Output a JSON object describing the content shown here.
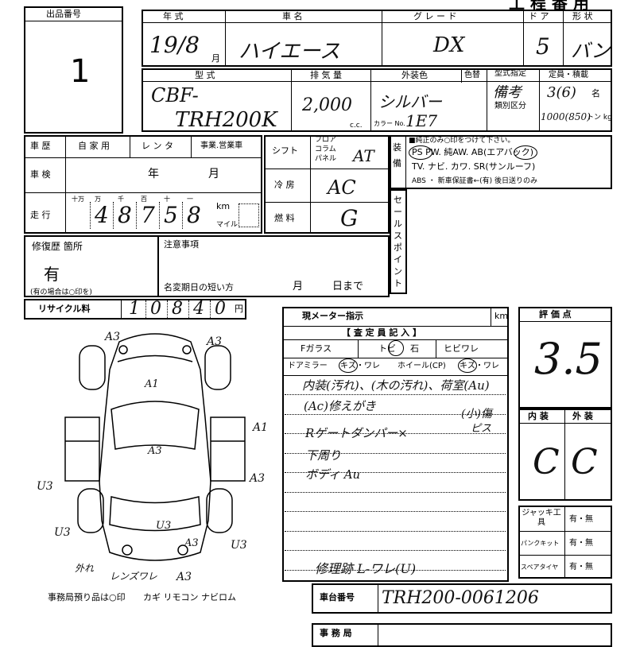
{
  "header": {
    "title": "工 程 番 用"
  },
  "lot": {
    "label": "出品番号",
    "value": "1"
  },
  "top_labels": {
    "year": "年 式",
    "name": "車 名",
    "grade": "グ レ ー ド",
    "doors": "ド ア",
    "shape": "形 状"
  },
  "top_values": {
    "year": "19/8",
    "year_unit": "月",
    "name": "ハイエース",
    "grade": "DX",
    "doors": "5",
    "shape": "バン"
  },
  "model": {
    "label": "型 式",
    "line1": "CBF-",
    "line2": "TRH200K"
  },
  "displacement": {
    "label": "排 気 量",
    "value": "2,000",
    "unit": "c.c."
  },
  "color": {
    "label": "外装色",
    "label2": "色替",
    "value": "シルバー",
    "code_label": "カラー No.",
    "code": "1E7"
  },
  "designation": {
    "label1": "型式指定",
    "label2": "類別区分",
    "value": "備考"
  },
  "capacity": {
    "label": "定員・積載",
    "value": "3(6)",
    "unit": "名",
    "load": "1000(850)",
    "load_unit": "トン kg"
  },
  "history": {
    "label": "車 歴",
    "opt1": "自 家 用",
    "opt2": "レ ン タ",
    "opt3": "事業.営業車"
  },
  "shaken": {
    "label": "車 検",
    "year": "年",
    "month": "月"
  },
  "mileage": {
    "label": "走 行",
    "units": [
      "十万",
      "万",
      "千",
      "百",
      "十",
      "一"
    ],
    "digits": [
      "4",
      "8",
      "7",
      "5",
      "8"
    ],
    "km": "km",
    "mile": "マイル"
  },
  "shift": {
    "label": "シフト",
    "o1": "フロア",
    "o2": "コラム",
    "o3": "パネル",
    "value": "AT"
  },
  "ac": {
    "label": "冷 房",
    "value": "AC"
  },
  "fuel": {
    "label": "燃 料",
    "value": "G"
  },
  "equip": {
    "label": "装 備",
    "note": "■純正のみ○印をつけて下さい。",
    "line1": "PS PW. 純AW. AB(エアバック)",
    "line2": "TV. ナビ. カワ. SR(サンルーフ)",
    "line3": "ABS ・ 新車保証書←(有) 後日送りのみ"
  },
  "selling": {
    "label": "セールスポイント"
  },
  "repair": {
    "label": "修復歴 箇所",
    "value": "有",
    "note": "(有の場合は○印を)"
  },
  "notes": {
    "label": "注意事項",
    "name_change": "名変期日の短い方",
    "month": "月",
    "day": "日まで"
  },
  "recycle": {
    "label": "リサイクル料",
    "digits": [
      "1",
      "0",
      "8",
      "4",
      "0"
    ],
    "unit": "円"
  },
  "meter": {
    "label": "現メーター指示",
    "unit": "km"
  },
  "inspector": {
    "title": "【 査 定 員 記 入 】",
    "row1": [
      "Fガラス",
      "トビ",
      "石",
      "ヒビワレ"
    ],
    "row2": [
      "ドアミラー",
      "キズ・ワレ",
      "ホイール(CP)",
      "キズ・ワレ"
    ],
    "lines": [
      "内装(汚れ)、(木の汚れ)、荷室(Au)",
      "(Ac)修えがき",
      "Rゲートダンパー×",
      "下周り",
      "ボディ Au"
    ],
    "side": [
      "(小)傷",
      "ピス"
    ],
    "bottom": "修理跡 L-ワレ(U)"
  },
  "score": {
    "label": "評 価 点",
    "value": "3.5",
    "interior_label": "内 装",
    "exterior_label": "外 装",
    "interior": "C",
    "exterior": "C"
  },
  "tools": [
    {
      "label": "ジャッキ工具",
      "value": "有・無"
    },
    {
      "label": "パンクキット",
      "value": "有・無"
    },
    {
      "label": "スペアタイヤ",
      "value": "有・無"
    }
  ],
  "diagram": {
    "marks": [
      "A3",
      "A3",
      "A1",
      "A1",
      "A3",
      "A3",
      "U3",
      "U3",
      "U3",
      "A3",
      "U3",
      "外れ",
      "レンズワレ",
      "A3"
    ],
    "note": "事務局預り品は○印",
    "items": "カギ  リモコン  ナビロム"
  },
  "chassis": {
    "label": "車台番号",
    "value": "TRH200-0061206"
  },
  "bottom_label": "事 務 局"
}
